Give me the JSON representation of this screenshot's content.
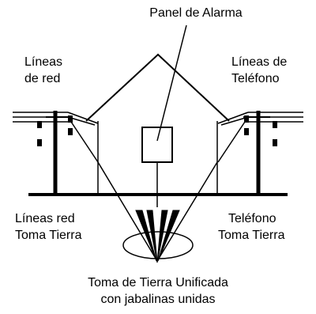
{
  "labels": {
    "panel": "Panel de Alarma",
    "power_lines": [
      "Líneas",
      "de red"
    ],
    "phone_lines": [
      "Líneas de",
      "Teléfono"
    ],
    "power_ground": [
      "Líneas red",
      "Toma Tierra"
    ],
    "phone_ground": [
      "Teléfono",
      "Toma Tierra"
    ],
    "unified_ground": [
      "Toma de Tierra Unificada",
      "con jabalinas unidas"
    ]
  },
  "colors": {
    "stroke": "#000000",
    "background": "#ffffff"
  }
}
